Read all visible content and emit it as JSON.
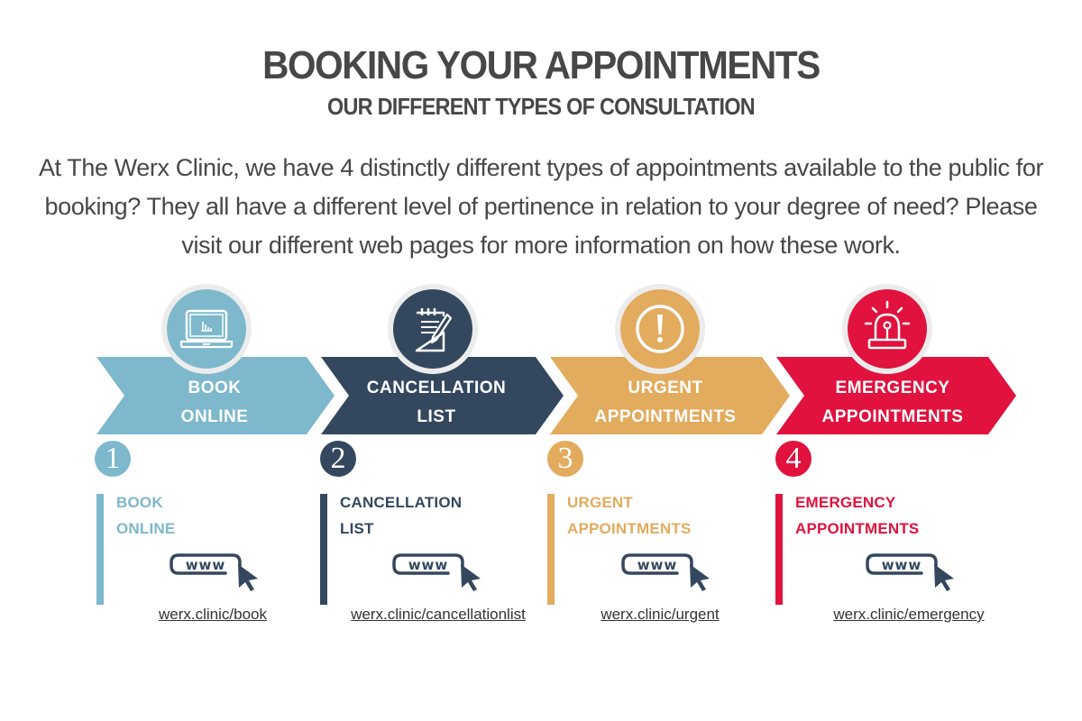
{
  "header": {
    "title": "BOOKING YOUR APPOINTMENTS",
    "subtitle": "OUR DIFFERENT TYPES OF CONSULTATION",
    "intro": "At The Werx Clinic, we have 4 distinctly different types of appointments available to the public for booking? They all have a different level of pertinence in relation to your degree of need? Please visit our different web pages for more information on how these work."
  },
  "colors": {
    "book_online": "#7db8cd",
    "cancellation_list": "#33485f",
    "urgent": "#e3ab5e",
    "emergency": "#e1123d",
    "text": "#474745",
    "www_icon": "#33485f"
  },
  "steps": [
    {
      "number": "1",
      "arrow_line1": "BOOK",
      "arrow_line2": "ONLINE",
      "icon": "laptop-chart-icon",
      "card_line1": "BOOK",
      "card_line2": "ONLINE",
      "www_label": "www",
      "link": "werx.clinic/book"
    },
    {
      "number": "2",
      "arrow_line1": "CANCELLATION",
      "arrow_line2": "LIST",
      "icon": "notepad-pencil-icon",
      "card_line1": "CANCELLATION",
      "card_line2": "LIST",
      "www_label": "www",
      "link": "werx.clinic/cancellationlist"
    },
    {
      "number": "3",
      "arrow_line1": "URGENT",
      "arrow_line2": "APPOINTMENTS",
      "icon": "exclamation-circle-icon",
      "card_line1": "URGENT",
      "card_line2": "APPOINTMENTS",
      "www_label": "www",
      "link": "werx.clinic/urgent"
    },
    {
      "number": "4",
      "arrow_line1": "EMERGENCY",
      "arrow_line2": "APPOINTMENTS",
      "icon": "siren-light-icon",
      "card_line1": "EMERGENCY",
      "card_line2": "APPOINTMENTS",
      "www_label": "www",
      "link": "werx.clinic/emergency"
    }
  ]
}
